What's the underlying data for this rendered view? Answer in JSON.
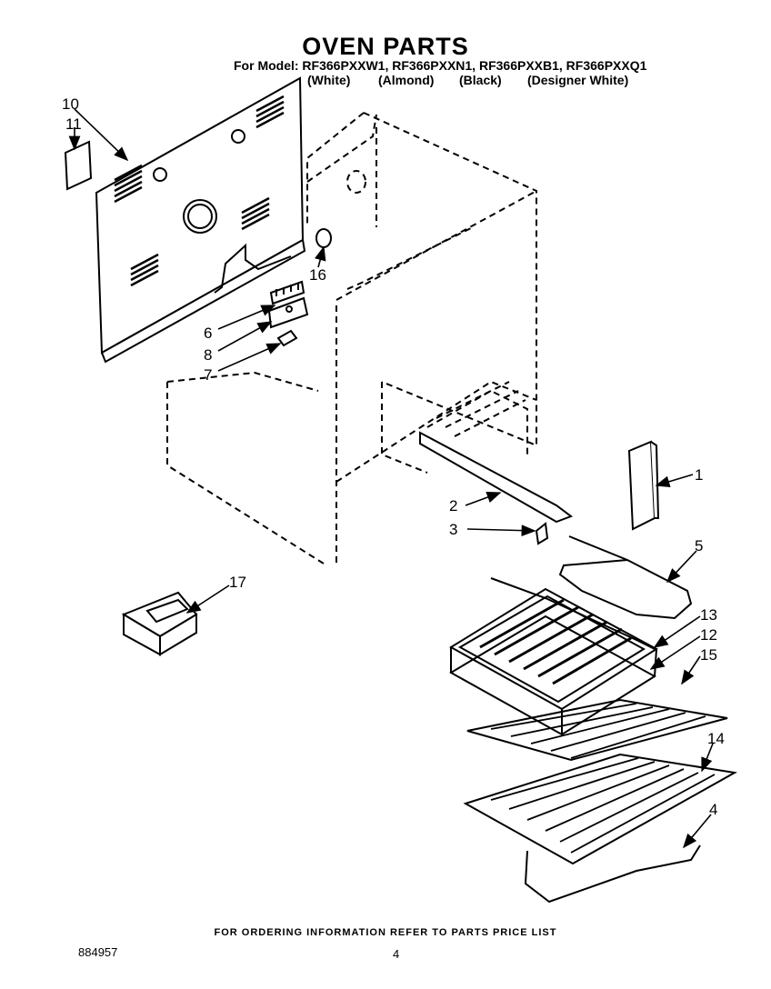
{
  "header": {
    "title": "OVEN PARTS",
    "models": "For Model: RF366PXXW1, RF366PXXN1, RF366PXXB1, RF366PXXQ1",
    "colors": [
      "(White)",
      "(Almond)",
      "(Black)",
      "(Designer White)"
    ]
  },
  "callouts": {
    "c1": "1",
    "c2": "2",
    "c3": "3",
    "c4": "4",
    "c5": "5",
    "c6": "6",
    "c7": "7",
    "c8": "8",
    "c10": "10",
    "c11": "11",
    "c12": "12",
    "c13": "13",
    "c14": "14",
    "c15": "15",
    "c16": "16",
    "c17": "17"
  },
  "footer": {
    "ordering_note": "FOR ORDERING INFORMATION REFER TO PARTS PRICE LIST",
    "doc_number": "884957",
    "page_number": "4"
  }
}
